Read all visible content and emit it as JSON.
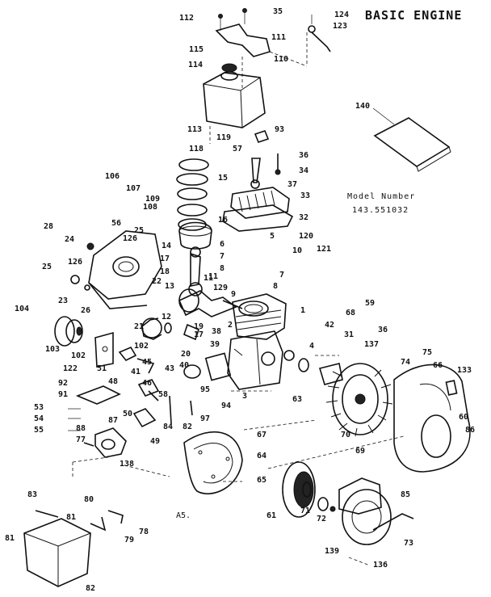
{
  "header": {
    "title": "BASIC ENGINE",
    "model_label": "Model Number",
    "model_number": "143.551032",
    "page_code": "A5."
  },
  "callouts": [
    "112",
    "35",
    "124",
    "123",
    "111",
    "115",
    "110",
    "114",
    "140",
    "113",
    "93",
    "119",
    "118",
    "57",
    "36",
    "34",
    "37",
    "15",
    "106",
    "107",
    "109",
    "108",
    "33",
    "32",
    "56",
    "28",
    "16",
    "5",
    "120",
    "121",
    "24",
    "14",
    "126",
    "25",
    "6",
    "7",
    "17",
    "18",
    "8",
    "126",
    "22",
    "13",
    "11",
    "129",
    "7",
    "8",
    "68",
    "59",
    "25",
    "23",
    "26",
    "104",
    "12",
    "1",
    "42",
    "19",
    "17",
    "103",
    "21",
    "102",
    "38",
    "31",
    "137",
    "36",
    "75",
    "102",
    "20",
    "39",
    "2",
    "3",
    "4",
    "122",
    "40",
    "74",
    "66",
    "133",
    "51",
    "45",
    "41",
    "43",
    "95",
    "92",
    "48",
    "46",
    "91",
    "58",
    "53",
    "50",
    "49",
    "94",
    "63",
    "54",
    "87",
    "84",
    "82",
    "97",
    "55",
    "88",
    "60",
    "86",
    "70",
    "77",
    "67",
    "138",
    "69",
    "64",
    "65",
    "85",
    "83",
    "80",
    "61",
    "71",
    "72",
    "78",
    "81",
    "79",
    "73",
    "139",
    "81",
    "82",
    "136",
    "9",
    "10",
    "11"
  ]
}
